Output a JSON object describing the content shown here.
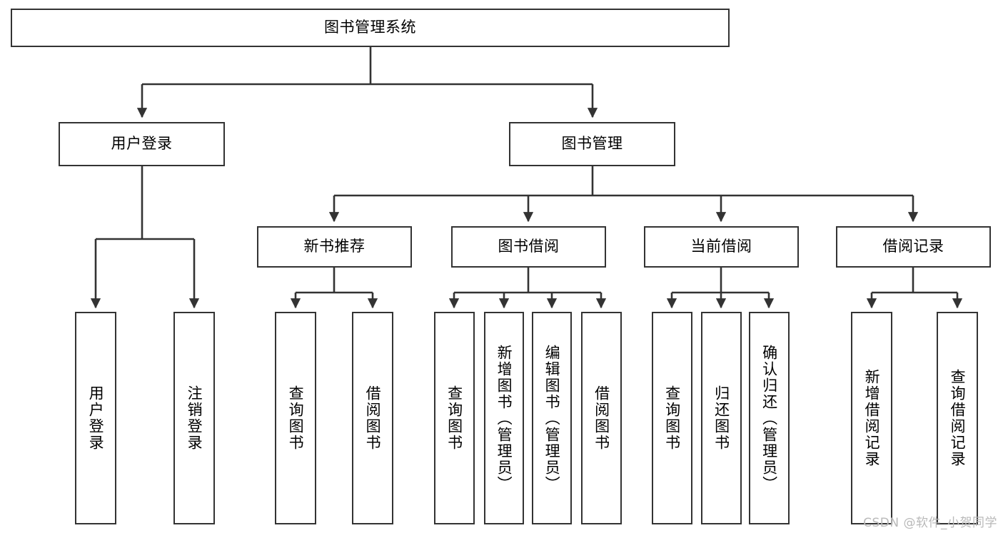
{
  "diagram": {
    "type": "tree",
    "title": "图书管理系统",
    "watermark": "CSDN @软件_小贺同学",
    "colors": {
      "stroke": "#333333",
      "box_fill": "#ffffff",
      "text": "#000000",
      "background": "#ffffff",
      "watermark": "#b9b9b9"
    },
    "nodes": {
      "root": {
        "label": "图书管理系统",
        "orientation": "horizontal"
      },
      "user_login": {
        "label": "用户登录",
        "orientation": "horizontal"
      },
      "book_manage": {
        "label": "图书管理",
        "orientation": "horizontal"
      },
      "new_book_rec": {
        "label": "新书推荐",
        "orientation": "horizontal"
      },
      "book_borrow": {
        "label": "图书借阅",
        "orientation": "horizontal"
      },
      "current_borrow": {
        "label": "当前借阅",
        "orientation": "horizontal"
      },
      "borrow_record": {
        "label": "借阅记录",
        "orientation": "horizontal"
      },
      "leaf_user_login": {
        "label": "用户登录",
        "orientation": "vertical"
      },
      "leaf_logout": {
        "label": "注销登录",
        "orientation": "vertical"
      },
      "leaf_query_book_1": {
        "label": "查询图书",
        "orientation": "vertical"
      },
      "leaf_borrow_book_1": {
        "label": "借阅图书",
        "orientation": "vertical"
      },
      "leaf_query_book_2": {
        "label": "查询图书",
        "orientation": "vertical"
      },
      "leaf_add_book": {
        "label": "新增图书（管理员）",
        "orientation": "vertical"
      },
      "leaf_edit_book": {
        "label": "编辑图书（管理员）",
        "orientation": "vertical"
      },
      "leaf_borrow_book_2": {
        "label": "借阅图书",
        "orientation": "vertical"
      },
      "leaf_query_book_3": {
        "label": "查询图书",
        "orientation": "vertical"
      },
      "leaf_return_book": {
        "label": "归还图书",
        "orientation": "vertical"
      },
      "leaf_confirm_return": {
        "label": "确认归还（管理员）",
        "orientation": "vertical"
      },
      "leaf_add_record": {
        "label": "新增借阅记录",
        "orientation": "vertical"
      },
      "leaf_query_record": {
        "label": "查询借阅记录",
        "orientation": "vertical"
      }
    },
    "edges": [
      {
        "from": "root",
        "to": "user_login"
      },
      {
        "from": "root",
        "to": "book_manage"
      },
      {
        "from": "user_login",
        "to": "leaf_user_login"
      },
      {
        "from": "user_login",
        "to": "leaf_logout"
      },
      {
        "from": "book_manage",
        "to": "new_book_rec"
      },
      {
        "from": "book_manage",
        "to": "book_borrow"
      },
      {
        "from": "book_manage",
        "to": "current_borrow"
      },
      {
        "from": "book_manage",
        "to": "borrow_record"
      },
      {
        "from": "new_book_rec",
        "to": "leaf_query_book_1"
      },
      {
        "from": "new_book_rec",
        "to": "leaf_borrow_book_1"
      },
      {
        "from": "book_borrow",
        "to": "leaf_query_book_2"
      },
      {
        "from": "book_borrow",
        "to": "leaf_add_book"
      },
      {
        "from": "book_borrow",
        "to": "leaf_edit_book"
      },
      {
        "from": "book_borrow",
        "to": "leaf_borrow_book_2"
      },
      {
        "from": "current_borrow",
        "to": "leaf_query_book_3"
      },
      {
        "from": "current_borrow",
        "to": "leaf_return_book"
      },
      {
        "from": "current_borrow",
        "to": "leaf_confirm_return"
      },
      {
        "from": "borrow_record",
        "to": "leaf_add_record"
      },
      {
        "from": "borrow_record",
        "to": "leaf_query_record"
      }
    ]
  }
}
